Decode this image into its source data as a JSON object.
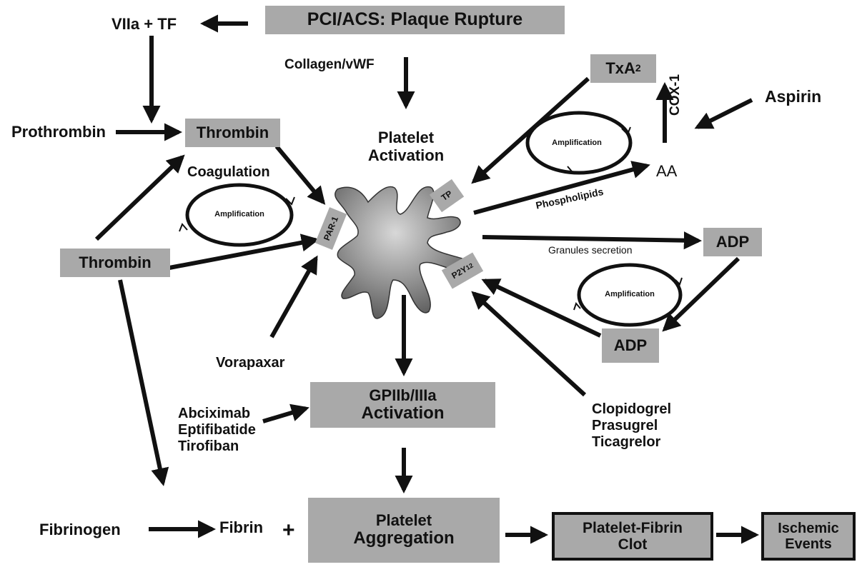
{
  "boxes": {
    "pci_acs": "PCI/ACS: Plaque Rupture",
    "thrombin_top": "Thrombin",
    "thrombin_left": "Thrombin",
    "txa2_main": "TxA",
    "txa2_sub": "2",
    "adp_top": "ADP",
    "adp_bottom": "ADP",
    "gpiib_line1": "GPIIb/IIIa",
    "gpiib_line2": "Activation",
    "aggregation_line1": "Platelet",
    "aggregation_line2": "Aggregation",
    "clot_line1": "Platelet-Fibrin",
    "clot_line2": "Clot",
    "ischemic_line1": "Ischemic",
    "ischemic_line2": "Events"
  },
  "labels": {
    "viia_tf": "VIIa + TF",
    "collagen": "Collagen/vWF",
    "prothrombin": "Prothrombin",
    "coagulation": "Coagulation",
    "platelet_activation_line1": "Platelet",
    "platelet_activation_line2": "Activation",
    "aspirin": "Aspirin",
    "cox1": "COX-1",
    "aa": "AA",
    "phospholipids": "Phospholipids",
    "granules": "Granules secretion",
    "vorapaxar": "Vorapaxar",
    "abciximab": "Abciximab",
    "eptifibatide": "Eptifibatide",
    "tirofiban": "Tirofiban",
    "clopidogrel": "Clopidogrel",
    "prasugrel": "Prasugrel",
    "ticagrelor": "Ticagrelor",
    "fibrinogen": "Fibrinogen",
    "fibrin": "Fibrin",
    "plus": "+"
  },
  "receptors": {
    "par1": "PAR-1",
    "tp": "TP",
    "p2y12_main": "P2Y",
    "p2y12_sub": "12"
  },
  "amplification": {
    "left": "Amplification",
    "top_right": "Amplification",
    "bottom_right": "Amplification"
  },
  "colors": {
    "box_fill": "#a9a9a9",
    "ink": "#111111",
    "platelet_dark": "#5a5a5a",
    "platelet_light": "#cfcfcf"
  }
}
